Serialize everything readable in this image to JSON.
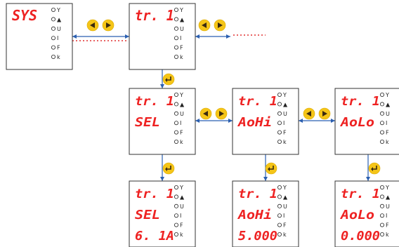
{
  "colors": {
    "display_red": "#ee2222",
    "connector_blue": "#2b5fb0",
    "key_yellow": "#f5c518",
    "panel_border": "#333333"
  },
  "indicators": [
    "Y",
    "▲",
    "U",
    "I",
    "F",
    "k"
  ],
  "indicator_icons": [
    "circle-icon-Y",
    "circle-icon-up",
    "circle-icon-U",
    "circle-icon-I",
    "circle-icon-F",
    "circle-icon-k"
  ],
  "panels": [
    {
      "id": "sys",
      "lines": [
        "SYS"
      ]
    },
    {
      "id": "tr1",
      "lines": [
        "tr. 1"
      ]
    },
    {
      "id": "tr1-sel",
      "lines": [
        "tr. 1",
        "SEL"
      ]
    },
    {
      "id": "tr1-aohi",
      "lines": [
        "tr. 1",
        "AoHi"
      ]
    },
    {
      "id": "tr1-aolo",
      "lines": [
        "tr. 1",
        "AoLo"
      ]
    },
    {
      "id": "tr1-sel-value",
      "lines": [
        "tr. 1",
        "SEL",
        "6. 1A"
      ]
    },
    {
      "id": "tr1-aohi-value",
      "lines": [
        "tr. 1",
        "AoHi",
        "5.000"
      ]
    },
    {
      "id": "tr1-aolo-value",
      "lines": [
        "tr. 1",
        "AoLo",
        "0.000"
      ]
    }
  ],
  "keys": {
    "left": "left-arrow-key-icon",
    "right": "right-arrow-key-icon",
    "enter": "enter-key-icon"
  }
}
